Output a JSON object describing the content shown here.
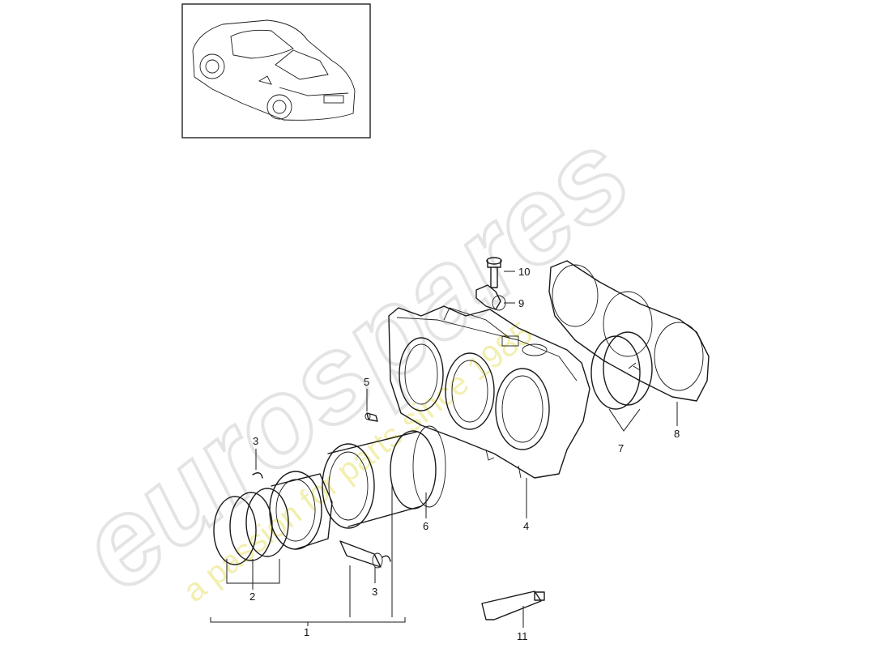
{
  "watermark": {
    "brand": "eurospares",
    "tagline": "a passion for parts since 1985"
  },
  "thumbnail": {
    "icon": "car-icon"
  },
  "callouts": [
    {
      "id": "c1",
      "text": "1"
    },
    {
      "id": "c2",
      "text": "2"
    },
    {
      "id": "c3a",
      "text": "3"
    },
    {
      "id": "c3b",
      "text": "3"
    },
    {
      "id": "c4",
      "text": "4"
    },
    {
      "id": "c5",
      "text": "5"
    },
    {
      "id": "c6",
      "text": "6"
    },
    {
      "id": "c7",
      "text": "7"
    },
    {
      "id": "c8",
      "text": "8"
    },
    {
      "id": "c9",
      "text": "9"
    },
    {
      "id": "c10",
      "text": "10"
    },
    {
      "id": "c11",
      "text": "11"
    }
  ]
}
